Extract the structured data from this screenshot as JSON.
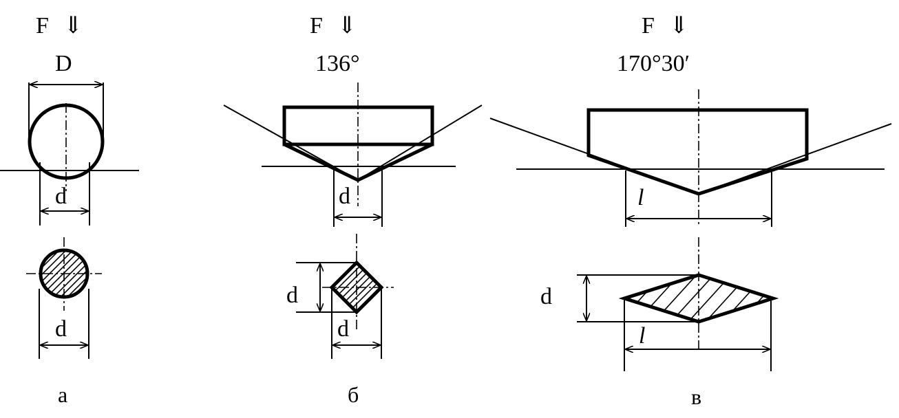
{
  "labels": {
    "force": "F",
    "force_arrow": "⇓",
    "diameter_ball": "D",
    "diameter_print": "d",
    "length_print": "l"
  },
  "panels": {
    "a": {
      "caption": "а"
    },
    "b": {
      "caption": "б",
      "angle": "136°"
    },
    "c": {
      "caption": "в",
      "angle": "170°30′"
    }
  }
}
